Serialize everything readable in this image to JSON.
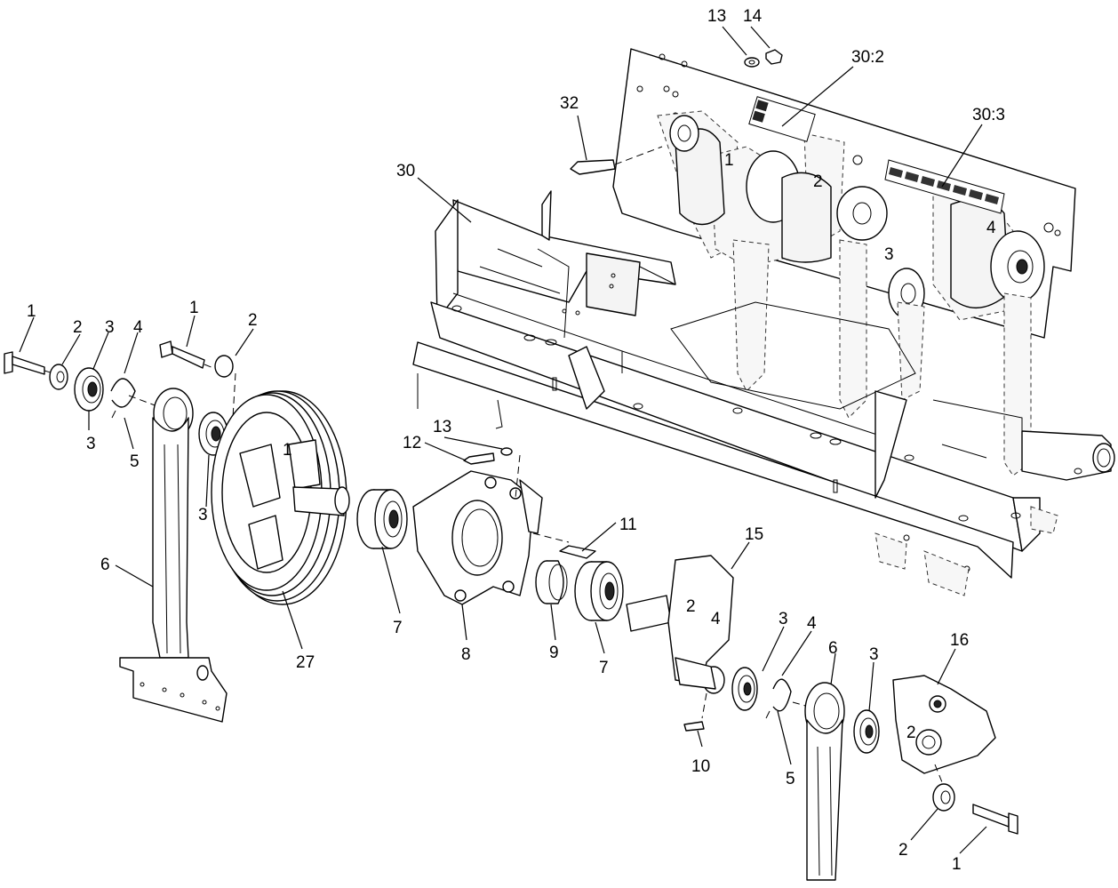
{
  "callouts": {
    "c1a": "1",
    "c2a": "2",
    "c3a": "3",
    "c4a": "4",
    "c3b": "3",
    "c5a": "5",
    "c1b": "1",
    "c2b": "2",
    "c3c": "3",
    "c6a": "6",
    "c27": "27",
    "c13a": "13",
    "c14": "14",
    "c302": "30:2",
    "c32": "32",
    "c303": "30:3",
    "c30": "30",
    "c13b": "13",
    "c12": "12",
    "c11": "11",
    "c7a": "7",
    "c8": "8",
    "c9": "9",
    "c7b": "7",
    "c15": "15",
    "c3d": "3",
    "c4b": "4",
    "c6b": "6",
    "c3e": "3",
    "c16": "16",
    "c10": "10",
    "c5b": "5",
    "c2c": "2",
    "c1c": "1"
  },
  "decals": {
    "brand_number": "1",
    "arm_numbers": [
      "1",
      "2",
      "3",
      "4"
    ]
  }
}
